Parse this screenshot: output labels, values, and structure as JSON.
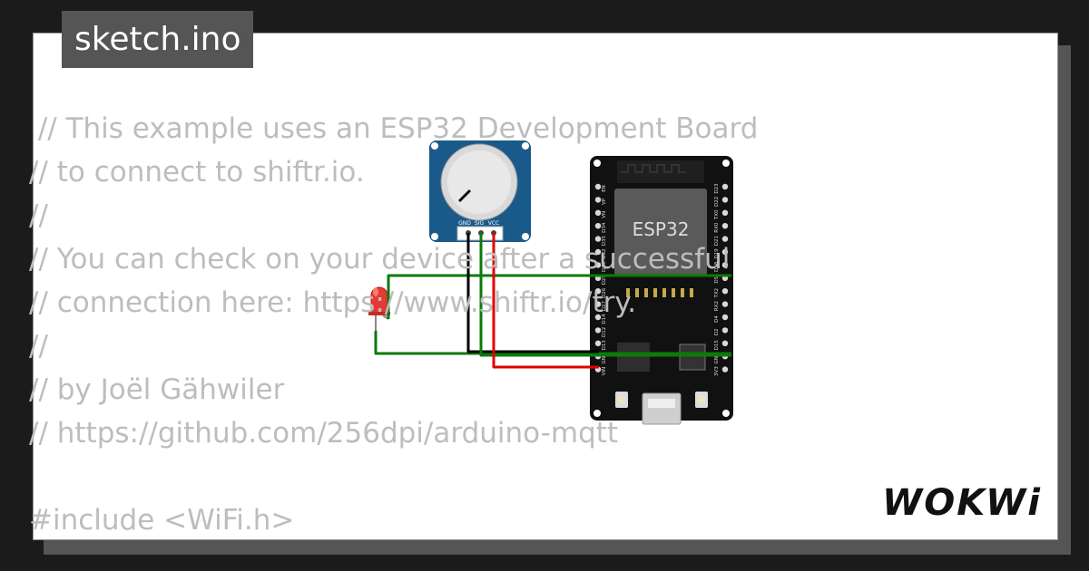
{
  "title": "sketch.ino",
  "code_lines": [
    " // This example uses an ESP32 Development Board",
    "// to connect to shiftr.io.",
    "//",
    "// You can check on your device after a successful",
    "// connection here: https://www.shiftr.io/try.",
    "//",
    "// by Joël Gähwiler",
    "// https://github.com/256dpi/arduino-mqtt",
    "",
    "#include <WiFi.h>"
  ],
  "board": {
    "chip_label": "ESP32",
    "left_pins": [
      "EN",
      "VP",
      "VN",
      "D34",
      "D35",
      "D32",
      "D33",
      "D25",
      "D26",
      "D27",
      "D14",
      "D12",
      "D13",
      "GND",
      "VIN"
    ],
    "right_pins": [
      "D23",
      "D22",
      "TX0",
      "RX0",
      "D21",
      "D19",
      "D18",
      "D5",
      "TX2",
      "RX2",
      "D4",
      "D2",
      "D15",
      "GND",
      "3V3"
    ]
  },
  "potentiometer": {
    "pins": [
      "GND",
      "SIG",
      "VCC"
    ]
  },
  "brand": "WOKWi",
  "colors": {
    "wire_green": "#0b7a0b",
    "wire_red": "#e00000",
    "wire_black": "#000000",
    "board": "#111111",
    "pot_pcb": "#1a5a8a",
    "led": "#e53935"
  }
}
